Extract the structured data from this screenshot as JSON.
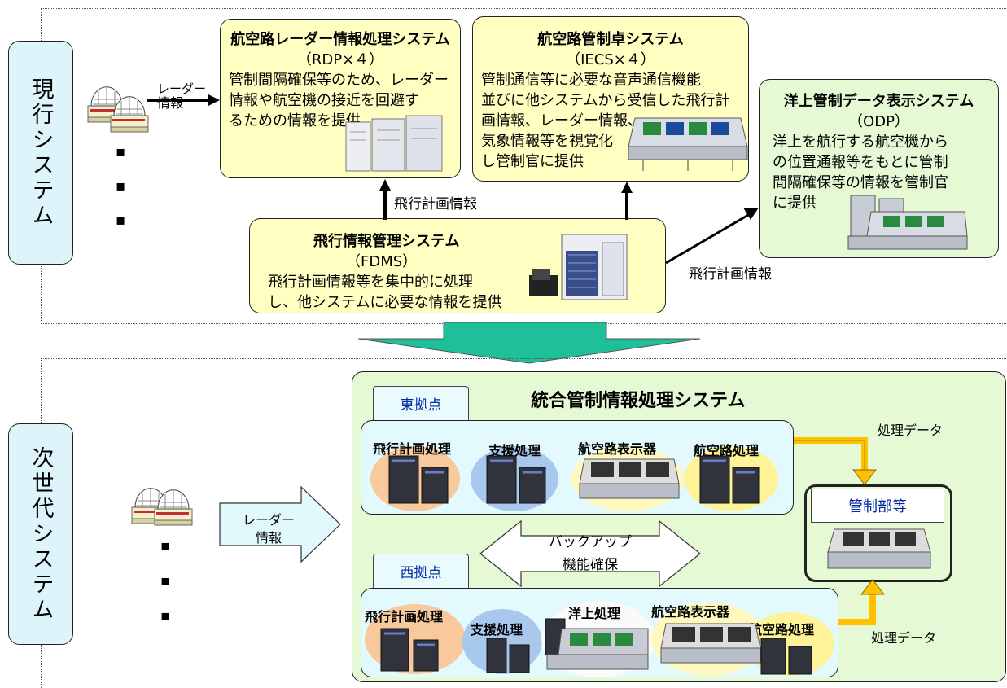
{
  "sections": {
    "current_label": "現行システム",
    "next_label": "次世代システム"
  },
  "current": {
    "radar_arrow_label_1": "レーダー",
    "radar_arrow_label_2": "情報",
    "rdp": {
      "title": "航空路レーダー情報処理システム",
      "code": "（RDP×４）",
      "desc_1": "管制間隔確保等のため、レーダー",
      "desc_2": "情報や航空機の接近を回避す",
      "desc_3": "るための情報を提供"
    },
    "iecs": {
      "title": "航空路管制卓システム",
      "code": "（IECS×４）",
      "desc_1": "管制通信等に必要な音声通信機能",
      "desc_2": "並びに他システムから受信した飛行計",
      "desc_3": "画情報、レーダー情報、",
      "desc_4": "気象情報等を視覚化",
      "desc_5": "し管制官に提供"
    },
    "odp": {
      "title": "洋上管制データ表示システム",
      "code": "（ODP）",
      "desc_1": "洋上を航行する航空機から",
      "desc_2": "の位置通報等をもとに管制",
      "desc_3": "間隔確保等の情報を管制官",
      "desc_4": "に提供"
    },
    "fdms": {
      "title": "飛行情報管理システム",
      "code": "（FDMS）",
      "desc_1": "飛行計画情報等を集中的に処理",
      "desc_2": "し、他システムに必要な情報を提供"
    },
    "flight_plan_label_left": "飛行計画情報",
    "flight_plan_label_right": "飛行計画情報"
  },
  "next": {
    "system_title": "統合管制情報処理システム",
    "east_tab": "東拠点",
    "west_tab": "西拠点",
    "east_items": [
      "飛行計画処理",
      "支援処理",
      "航空路表示器",
      "航空路処理"
    ],
    "west_items": [
      "飛行計画処理",
      "支援処理",
      "洋上処理",
      "航空路表示器",
      "航空路処理"
    ],
    "backup_1": "バックアップ",
    "backup_2": "機能確保",
    "control_dept": "管制部等",
    "processed_data_top": "処理データ",
    "processed_data_bottom": "処理データ",
    "radar_arrow_1": "レーダー",
    "radar_arrow_2": "情報"
  },
  "colors": {
    "yellow_box": "#ffffc2",
    "green_box": "#e5f9d4",
    "side_label": "#ddf4fb",
    "transition_arrow": "#1fbf9a",
    "data_arrow": "#ffc000",
    "tab_text": "#0028a0"
  },
  "icons": [
    "radar-dome-icon",
    "server-rack-icon",
    "console-icon"
  ]
}
